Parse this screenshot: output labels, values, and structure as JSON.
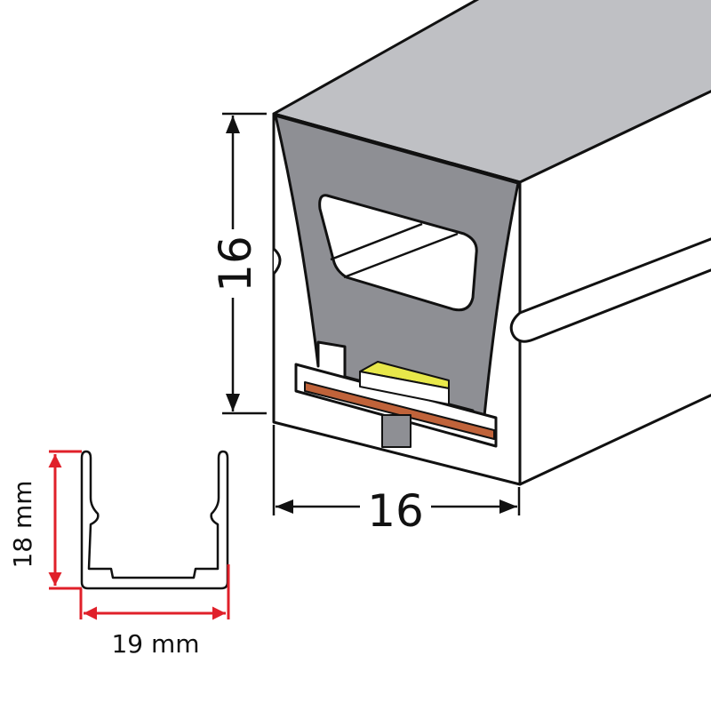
{
  "diagram": {
    "main_profile": {
      "height_label": "16",
      "width_label": "16"
    },
    "aluminum_channel": {
      "height_label": "18 mm",
      "width_label": "19 mm"
    },
    "colors": {
      "top_face": "#bfc0c4",
      "front_gray": "#8e8f94",
      "led_chip": "#e8e84a",
      "pcb_copper": "#c0633a",
      "dimension_red": "#e0202a",
      "outline": "#111111"
    }
  }
}
